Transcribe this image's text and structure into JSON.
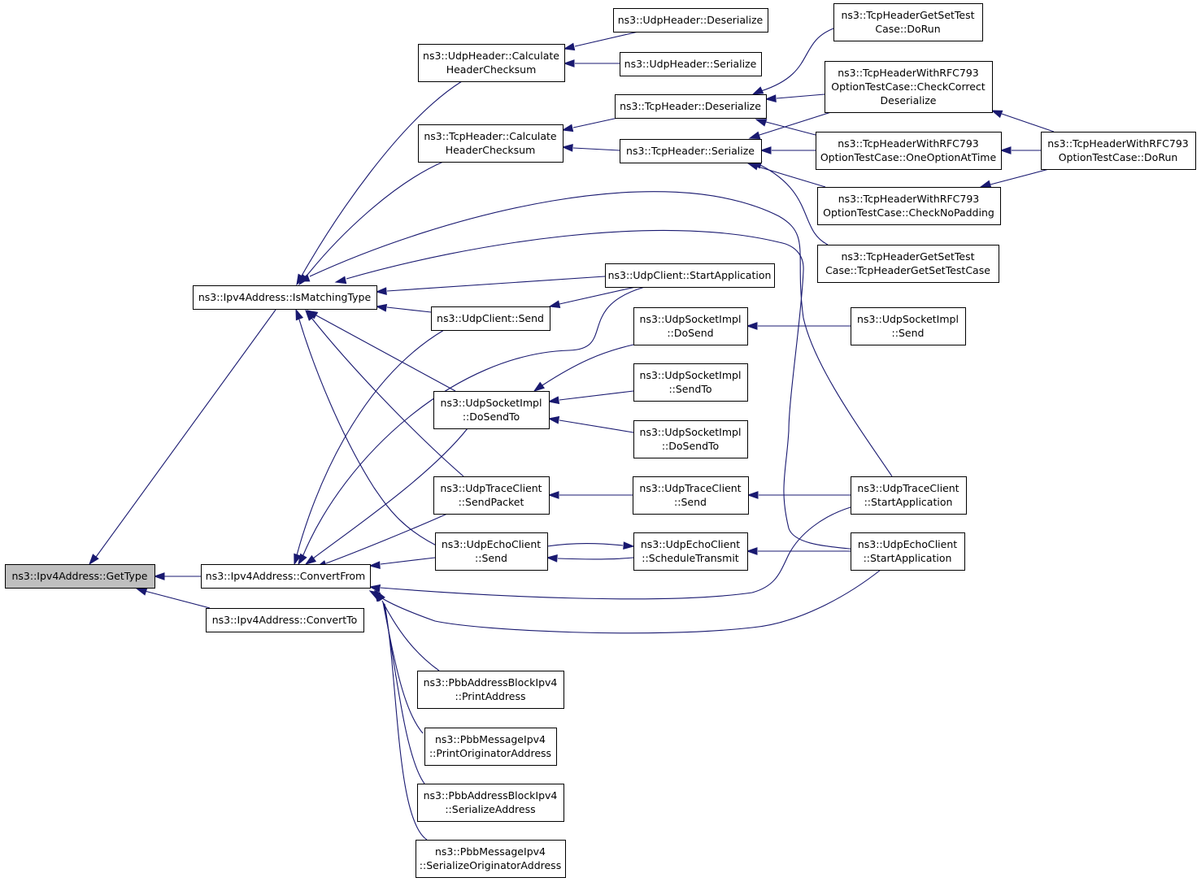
{
  "diagram": {
    "arrow_color": "#191970",
    "root_fill": "#bfbfbf",
    "nodes": [
      {
        "id": "gettype",
        "lines": [
          "ns3::Ipv4Address::GetType"
        ],
        "root": true
      },
      {
        "id": "ismatchingtype",
        "lines": [
          "ns3::Ipv4Address::IsMatchingType"
        ]
      },
      {
        "id": "convertfrom",
        "lines": [
          "ns3::Ipv4Address::ConvertFrom"
        ]
      },
      {
        "id": "convertto",
        "lines": [
          "ns3::Ipv4Address::ConvertTo"
        ]
      },
      {
        "id": "udph_calc",
        "lines": [
          "ns3::UdpHeader::Calculate",
          "HeaderChecksum"
        ]
      },
      {
        "id": "tcph_calc",
        "lines": [
          "ns3::TcpHeader::Calculate",
          "HeaderChecksum"
        ]
      },
      {
        "id": "udpclient_send",
        "lines": [
          "ns3::UdpClient::Send"
        ]
      },
      {
        "id": "udpsock_dosendto",
        "lines": [
          "ns3::UdpSocketImpl",
          "::DoSendTo"
        ]
      },
      {
        "id": "udptrace_sendpacket",
        "lines": [
          "ns3::UdpTraceClient",
          "::SendPacket"
        ]
      },
      {
        "id": "udpecho_send",
        "lines": [
          "ns3::UdpEchoClient",
          "::Send"
        ]
      },
      {
        "id": "pbb_ab_print",
        "lines": [
          "ns3::PbbAddressBlockIpv4",
          "::PrintAddress"
        ]
      },
      {
        "id": "pbb_msg_print",
        "lines": [
          "ns3::PbbMessageIpv4",
          "::PrintOriginatorAddress"
        ]
      },
      {
        "id": "pbb_ab_ser",
        "lines": [
          "ns3::PbbAddressBlockIpv4",
          "::SerializeAddress"
        ]
      },
      {
        "id": "pbb_msg_ser",
        "lines": [
          "ns3::PbbMessageIpv4",
          "::SerializeOriginatorAddress"
        ]
      },
      {
        "id": "udph_deser",
        "lines": [
          "ns3::UdpHeader::Deserialize"
        ]
      },
      {
        "id": "udph_ser",
        "lines": [
          "ns3::UdpHeader::Serialize"
        ]
      },
      {
        "id": "tcph_deser",
        "lines": [
          "ns3::TcpHeader::Deserialize"
        ]
      },
      {
        "id": "tcph_ser",
        "lines": [
          "ns3::TcpHeader::Serialize"
        ]
      },
      {
        "id": "udpclient_start",
        "lines": [
          "ns3::UdpClient::StartApplication"
        ]
      },
      {
        "id": "udpsock_dosend",
        "lines": [
          "ns3::UdpSocketImpl",
          "::DoSend"
        ]
      },
      {
        "id": "udpsock_sendto",
        "lines": [
          "ns3::UdpSocketImpl",
          "::SendTo"
        ]
      },
      {
        "id": "udpsock_dosendto2",
        "lines": [
          "ns3::UdpSocketImpl",
          "::DoSendTo"
        ]
      },
      {
        "id": "udptrace_send",
        "lines": [
          "ns3::UdpTraceClient",
          "::Send"
        ]
      },
      {
        "id": "udpecho_sched",
        "lines": [
          "ns3::UdpEchoClient",
          "::ScheduleTransmit"
        ]
      },
      {
        "id": "tcpgetset_dorun",
        "lines": [
          "ns3::TcpHeaderGetSetTest",
          "Case::DoRun"
        ]
      },
      {
        "id": "rfc_checkcorrect",
        "lines": [
          "ns3::TcpHeaderWithRFC793",
          "OptionTestCase::CheckCorrect",
          "Deserialize"
        ]
      },
      {
        "id": "rfc_oneoption",
        "lines": [
          "ns3::TcpHeaderWithRFC793",
          "OptionTestCase::OneOptionAtTime"
        ]
      },
      {
        "id": "rfc_nopadding",
        "lines": [
          "ns3::TcpHeaderWithRFC793",
          "OptionTestCase::CheckNoPadding"
        ]
      },
      {
        "id": "tcpgetset_ctor",
        "lines": [
          "ns3::TcpHeaderGetSetTest",
          "Case::TcpHeaderGetSetTestCase"
        ]
      },
      {
        "id": "udpsock_send",
        "lines": [
          "ns3::UdpSocketImpl",
          "::Send"
        ]
      },
      {
        "id": "udptrace_start",
        "lines": [
          "ns3::UdpTraceClient",
          "::StartApplication"
        ]
      },
      {
        "id": "udpecho_start",
        "lines": [
          "ns3::UdpEchoClient",
          "::StartApplication"
        ]
      },
      {
        "id": "rfc_dorun",
        "lines": [
          "ns3::TcpHeaderWithRFC793",
          "OptionTestCase::DoRun"
        ]
      }
    ],
    "edges": [
      [
        "ismatchingtype",
        "gettype"
      ],
      [
        "convertfrom",
        "gettype"
      ],
      [
        "convertto",
        "gettype"
      ],
      [
        "udph_calc",
        "ismatchingtype"
      ],
      [
        "tcph_calc",
        "ismatchingtype"
      ],
      [
        "udpclient_send",
        "ismatchingtype"
      ],
      [
        "udpclient_start",
        "ismatchingtype"
      ],
      [
        "udpsock_dosendto",
        "ismatchingtype"
      ],
      [
        "udptrace_sendpacket",
        "ismatchingtype"
      ],
      [
        "udpecho_send",
        "ismatchingtype"
      ],
      [
        "udptrace_start",
        "ismatchingtype"
      ],
      [
        "udpecho_start",
        "ismatchingtype"
      ],
      [
        "udpclient_send",
        "convertfrom"
      ],
      [
        "udpclient_start",
        "convertfrom"
      ],
      [
        "udpsock_dosendto",
        "convertfrom"
      ],
      [
        "udptrace_sendpacket",
        "convertfrom"
      ],
      [
        "udpecho_send",
        "convertfrom"
      ],
      [
        "udptrace_start",
        "convertfrom"
      ],
      [
        "udpecho_start",
        "convertfrom"
      ],
      [
        "pbb_ab_print",
        "convertfrom"
      ],
      [
        "pbb_msg_print",
        "convertfrom"
      ],
      [
        "pbb_ab_ser",
        "convertfrom"
      ],
      [
        "pbb_msg_ser",
        "convertfrom"
      ],
      [
        "udph_deser",
        "udph_calc"
      ],
      [
        "udph_ser",
        "udph_calc"
      ],
      [
        "tcph_deser",
        "tcph_calc"
      ],
      [
        "tcph_ser",
        "tcph_calc"
      ],
      [
        "udpclient_start",
        "udpclient_send"
      ],
      [
        "udpsock_dosend",
        "udpsock_dosendto"
      ],
      [
        "udpsock_sendto",
        "udpsock_dosendto"
      ],
      [
        "udpsock_dosendto2",
        "udpsock_dosendto"
      ],
      [
        "udptrace_send",
        "udptrace_sendpacket"
      ],
      [
        "udpecho_sched",
        "udpecho_send"
      ],
      [
        "udpecho_send",
        "udpecho_sched"
      ],
      [
        "tcpgetset_dorun",
        "tcph_deser"
      ],
      [
        "rfc_checkcorrect",
        "tcph_deser"
      ],
      [
        "rfc_oneoption",
        "tcph_deser"
      ],
      [
        "rfc_checkcorrect",
        "tcph_ser"
      ],
      [
        "rfc_oneoption",
        "tcph_ser"
      ],
      [
        "rfc_nopadding",
        "tcph_ser"
      ],
      [
        "tcpgetset_ctor",
        "tcph_ser"
      ],
      [
        "udpsock_send",
        "udpsock_dosend"
      ],
      [
        "udptrace_start",
        "udptrace_send"
      ],
      [
        "udpecho_start",
        "udpecho_sched"
      ],
      [
        "rfc_dorun",
        "rfc_checkcorrect"
      ],
      [
        "rfc_dorun",
        "rfc_oneoption"
      ],
      [
        "rfc_dorun",
        "rfc_nopadding"
      ]
    ]
  }
}
